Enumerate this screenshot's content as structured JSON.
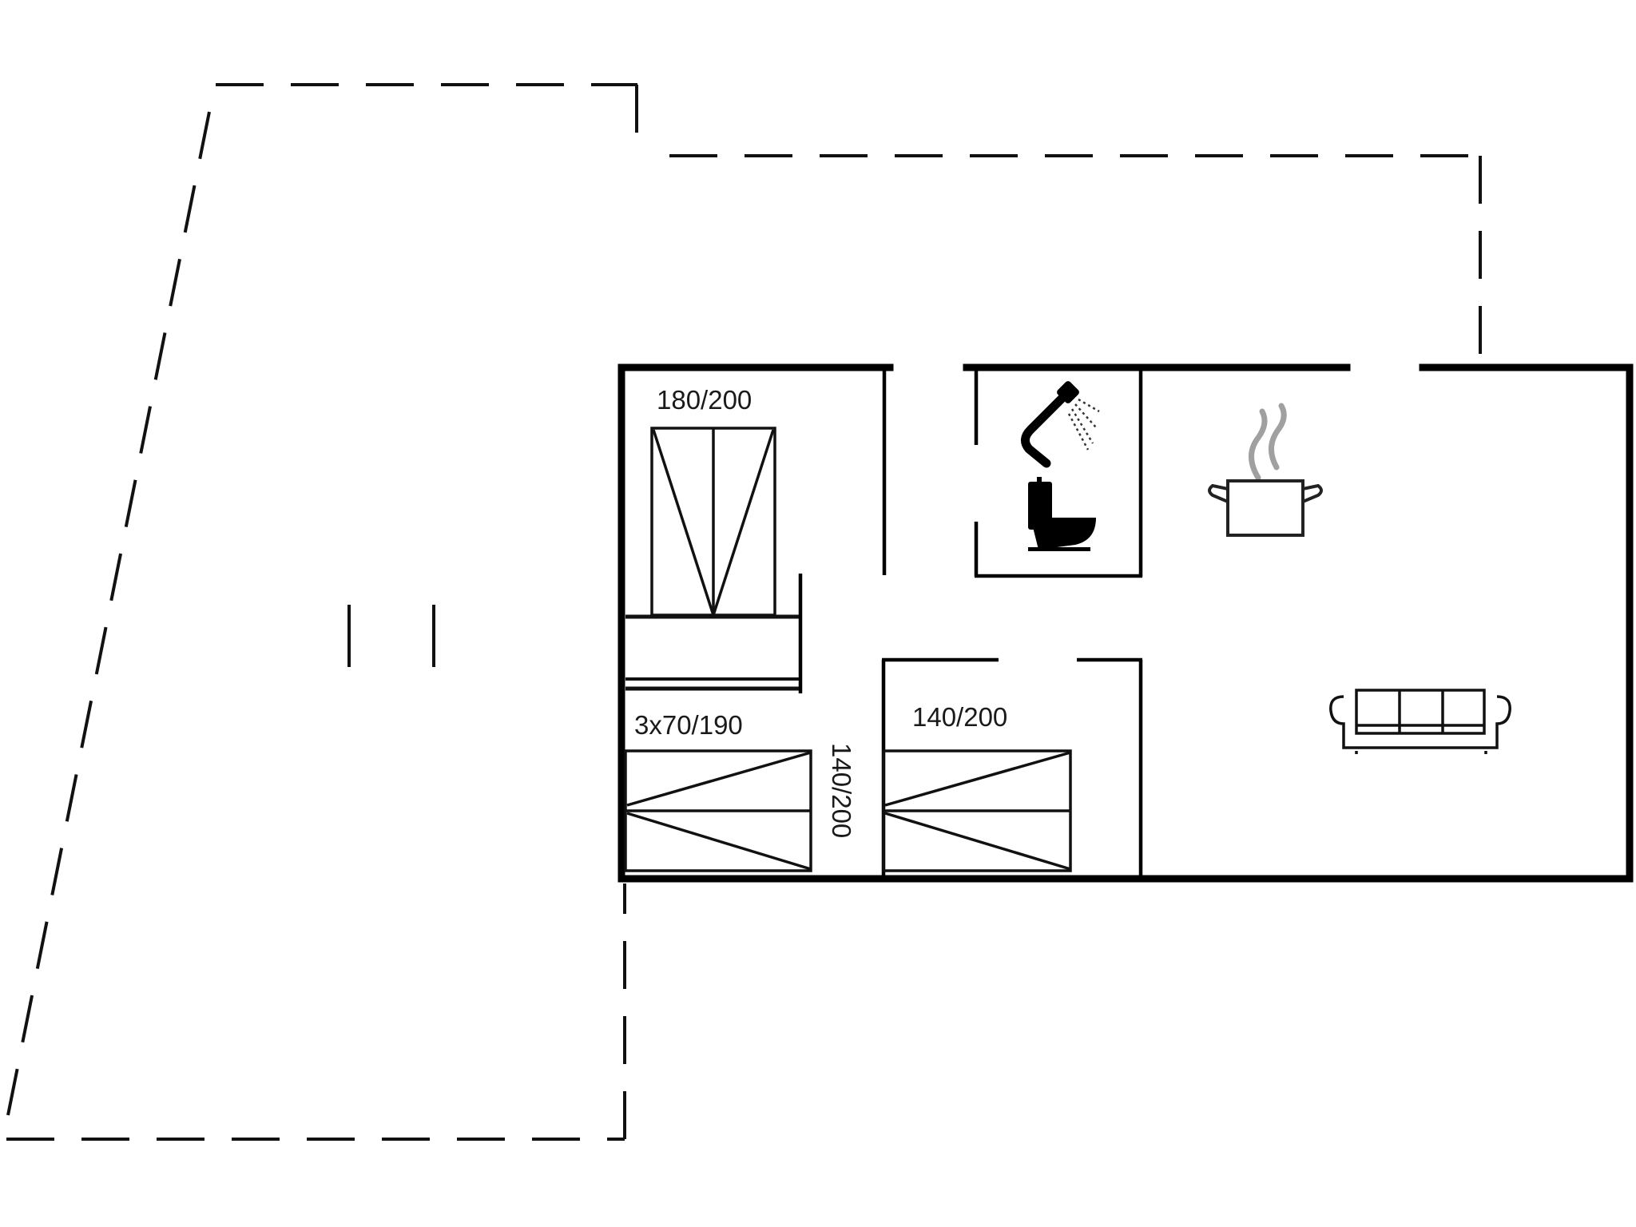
{
  "floorplan": {
    "colors": {
      "wall": "#000000",
      "line": "#111111",
      "steam": "#9a9a9a",
      "background": "#ffffff"
    },
    "rooms": {
      "master_bedroom": {
        "bed_label": "180/200"
      },
      "bunk_room": {
        "bed_label": "3x70/190",
        "extra_bed_label": "140/200"
      },
      "second_bedroom": {
        "bed_label": "140/200"
      },
      "bathroom": {
        "icons": [
          "shower-icon",
          "toilet-icon"
        ]
      },
      "kitchen_living": {
        "icons": [
          "cooking-pot-icon",
          "sofa-icon"
        ]
      }
    },
    "outdoor": {
      "terrace_outline": "dashed"
    }
  }
}
